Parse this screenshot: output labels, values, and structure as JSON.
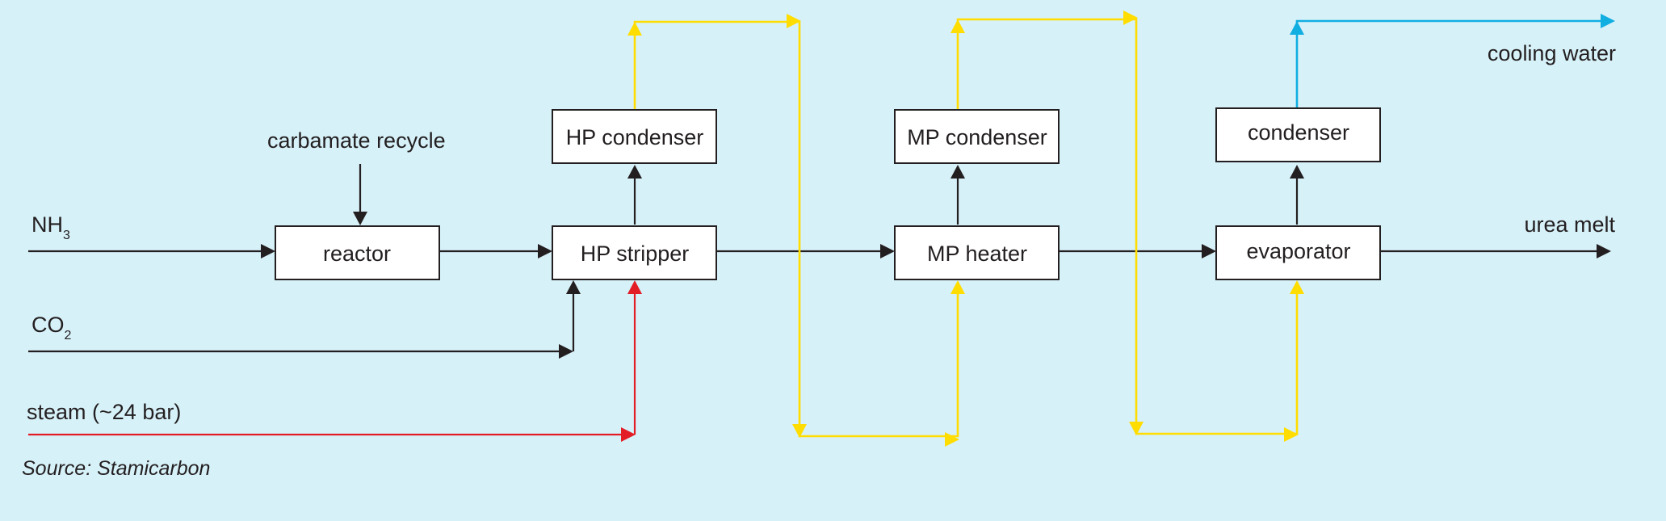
{
  "colors": {
    "background": "#d7f1f9",
    "process": "#231f20",
    "steam": "#e31d26",
    "condensate_yellow": "#ffdd00",
    "cooling_water": "#11aee2"
  },
  "inputs": {
    "nh3_main": "NH",
    "nh3_sub": "3",
    "co2_main": "CO",
    "co2_sub": "2",
    "steam": "steam (~24 bar)",
    "carbamate": "carbamate recycle"
  },
  "units": {
    "reactor": "reactor",
    "hp_stripper": "HP stripper",
    "hp_condenser": "HP condenser",
    "mp_heater": "MP heater",
    "mp_condenser": "MP condenser",
    "evaporator": "evaporator",
    "condenser": "condenser"
  },
  "outputs": {
    "urea_melt": "urea melt",
    "cooling_water": "cooling water"
  },
  "source": "Source: Stamicarbon"
}
